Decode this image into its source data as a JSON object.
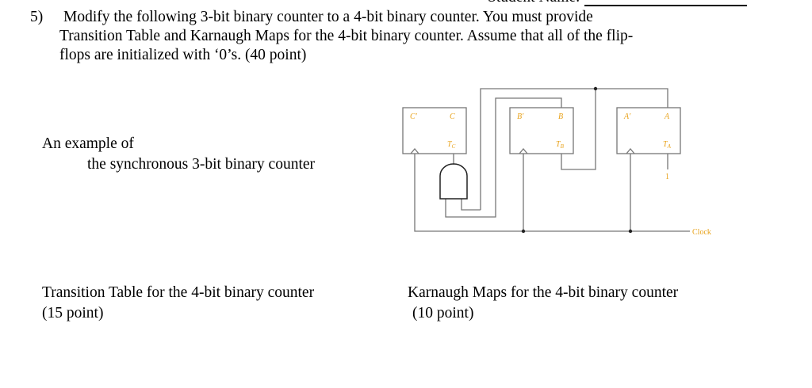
{
  "header": {
    "student_name_label": "Student Name:"
  },
  "question": {
    "number": "5)",
    "line1": "Modify the following 3-bit binary counter to a 4-bit binary counter. You must provide",
    "line2": "Transition Table and Karnaugh Maps for the 4-bit binary counter. Assume that all of the flip-",
    "line3": "flops are initialized with ‘0’s. (40 point)"
  },
  "example": {
    "line1": "An example of",
    "line2": "the synchronous 3-bit binary counter"
  },
  "circuit": {
    "ff_c": {
      "q_bar": "C′",
      "q": "C",
      "t": "T",
      "t_sub": "C"
    },
    "ff_b": {
      "q_bar": "B′",
      "q": "B",
      "t": "T",
      "t_sub": "B"
    },
    "ff_a": {
      "q_bar": "A′",
      "q": "A",
      "t": "T",
      "t_sub": "A"
    },
    "constant": "1",
    "clock": "Clock",
    "label_color": "#e8a21a"
  },
  "sections": {
    "transition_title": "Transition Table for the 4-bit binary counter",
    "transition_points": "(15 point)",
    "kmap_title": "Karnaugh Maps for the 4-bit binary counter",
    "kmap_points": "(10 point)"
  }
}
